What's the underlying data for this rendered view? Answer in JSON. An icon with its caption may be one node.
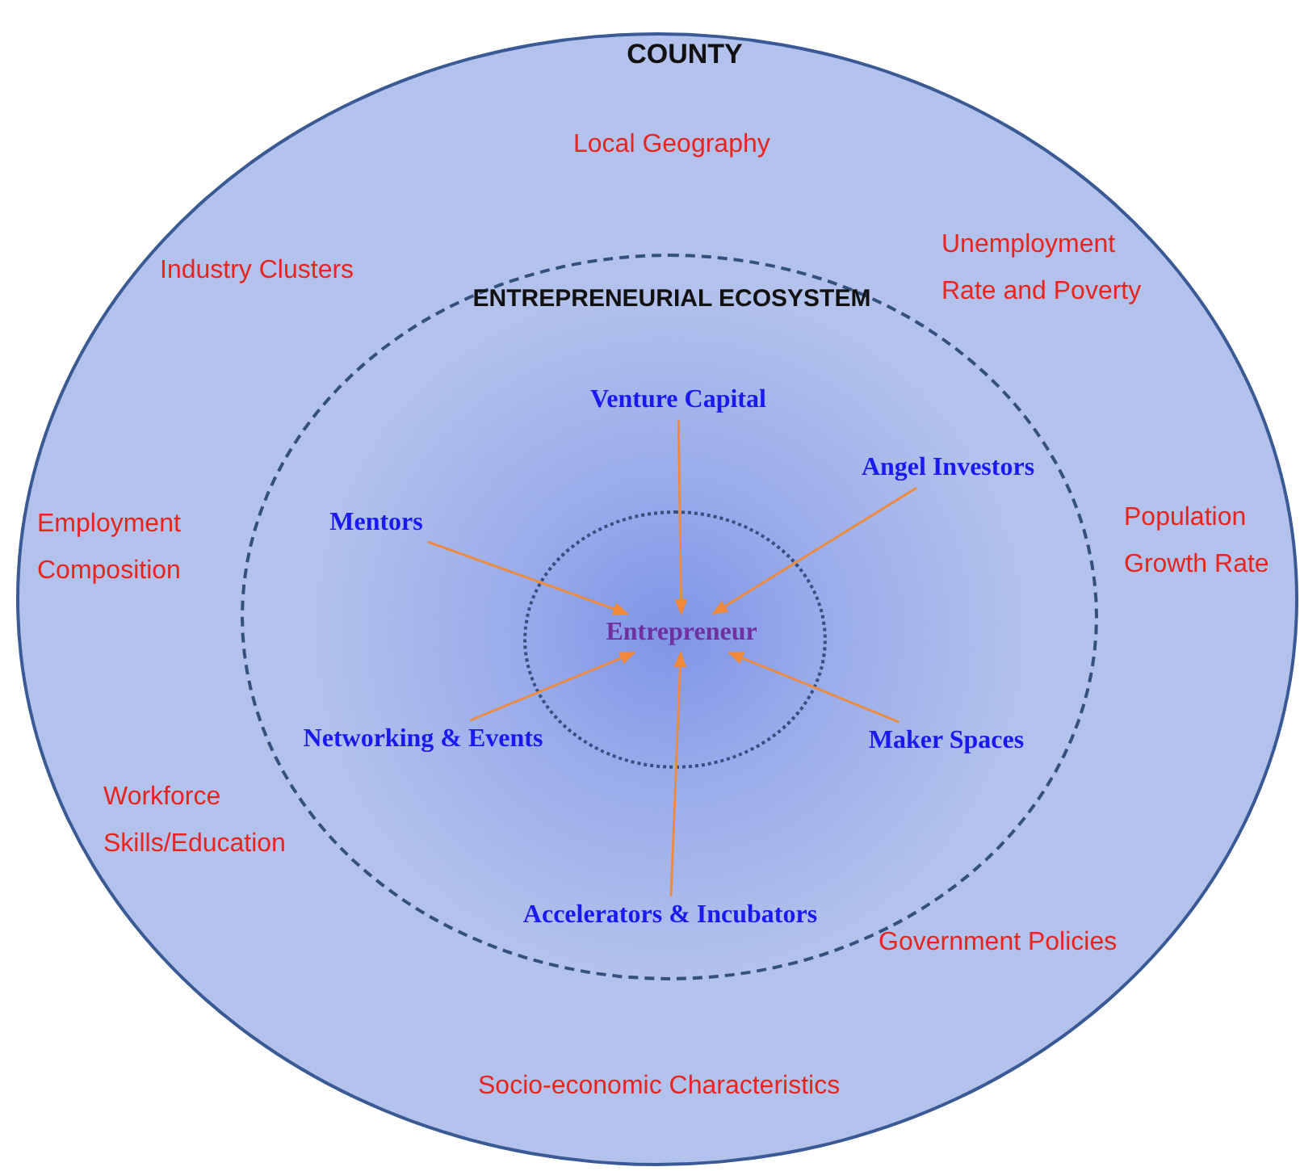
{
  "diagram": {
    "nodes": [
      {
        "text": [
          "COUNTY"
        ]
      },
      {
        "text": [
          "ENTREPRENEURIAL ECOSYSTEM"
        ],
        "in": 0
      },
      {
        "text": [],
        "shape": "circle",
        "in": 1
      },
      {
        "text": [
          "Entrepreneur"
        ],
        "in": 2
      },
      {
        "text": [
          "Venture Capital"
        ],
        "in": 1
      },
      {
        "text": [
          "Angel Investors"
        ],
        "in": 1
      },
      {
        "text": [
          "Mentors"
        ],
        "in": 1
      },
      {
        "text": [
          "Networking & Events"
        ],
        "in": 1
      },
      {
        "text": [
          "Maker Spaces"
        ],
        "in": 1
      },
      {
        "text": [
          "Accelerators & Incubators"
        ],
        "in": 1
      }
    ],
    "edges": [
      {
        "from": 4,
        "to": 3,
        "arrow": "to"
      },
      {
        "from": 5,
        "to": 3,
        "arrow": "to"
      },
      {
        "from": 6,
        "to": 3,
        "arrow": "to"
      },
      {
        "from": 7,
        "to": 3,
        "arrow": "to"
      },
      {
        "from": 8,
        "to": 3,
        "arrow": "to"
      },
      {
        "from": 9,
        "to": 3,
        "arrow": "to"
      }
    ],
    "labels": [
      "Local Geography",
      "Industry Clusters",
      "Unemployment Rate and Poverty",
      "Employment Composition",
      "Population Growth Rate",
      "Workforce Skills/Education",
      "Government Policies",
      "Socio-economic Characteristics"
    ]
  }
}
